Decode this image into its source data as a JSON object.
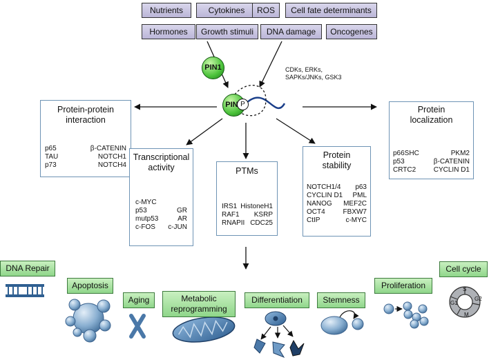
{
  "signals_top": [
    "Nutrients",
    "Cytokines",
    "ROS",
    "Cell fate determinants"
  ],
  "signals_bottom": [
    "Hormones",
    "Growth stimuli",
    "DNA damage",
    "Oncogenes"
  ],
  "pin1_label": "PIN1",
  "p_label": "P",
  "kinases": [
    "CDKs, ERKs,",
    "SAPKs/JNKs, GSK3"
  ],
  "ppi": {
    "title": [
      "Protein-protein",
      "interaction"
    ],
    "left": [
      "p65",
      "TAU",
      "p73"
    ],
    "right": [
      "β-CATENIN",
      "NOTCH1",
      "NOTCH4"
    ]
  },
  "transcription": {
    "title": [
      "Transcriptional",
      "activity"
    ],
    "single": "c-MYC",
    "left": [
      "p53",
      "mutp53",
      "c-FOS"
    ],
    "right": [
      "GR",
      "AR",
      "c-JUN"
    ]
  },
  "ptms": {
    "title": "PTMs",
    "left": [
      "IRS1",
      "RAF1",
      "RNAPII"
    ],
    "right": [
      "HistoneH1",
      "KSRP",
      "CDC25"
    ]
  },
  "stability": {
    "title": [
      "Protein",
      "stability"
    ],
    "left": [
      "NOTCH1/4",
      "CYCLIN D1",
      "NANOG",
      "OCT4",
      "CtIP"
    ],
    "right": [
      "p63",
      "PML",
      "MEF2C",
      "FBXW7",
      "c-MYC"
    ]
  },
  "localization": {
    "title": [
      "Protein",
      "localization"
    ],
    "left": [
      "p66SHC",
      "p53",
      "CRTC2"
    ],
    "right": [
      "PKM2",
      "β-CATENIN",
      "CYCLIN D1"
    ]
  },
  "outcomes": {
    "dna_repair": "DNA Repair",
    "apoptosis": "Apoptosis",
    "aging": "Aging",
    "metabolic": [
      "Metabolic",
      "reprogramming"
    ],
    "differentiation": "Differentiation",
    "stemness": "Stemness",
    "proliferation": "Proliferation",
    "cell_cycle": "Cell cycle"
  },
  "cell_cycle_phases": [
    "S",
    "G2",
    "M",
    "G1"
  ]
}
